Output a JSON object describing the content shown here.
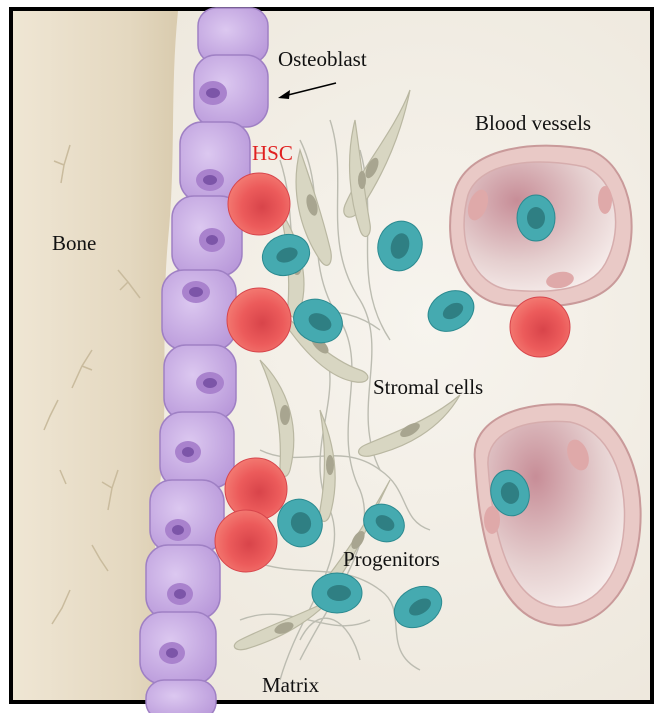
{
  "labels": {
    "osteoblast": "Osteoblast",
    "hsc": "HSC",
    "blood_vessels": "Blood vessels",
    "bone": "Bone",
    "stromal_cells": "Stromal cells",
    "progenitors": "Progenitors",
    "matrix": "Matrix"
  },
  "colors": {
    "frame": "#000000",
    "bone": "#e7dbc4",
    "marrow_background": "#f3efe6",
    "osteoblast_fill": "#c9aee6",
    "osteoblast_nucleus": "#8a5fb4",
    "hsc_fill": "#ef5a5a",
    "hsc_label": "#e02020",
    "progenitor_fill": "#3fa8ad",
    "stromal_fill": "#d8d6c2",
    "vessel_wall": "#d9a9a9",
    "vessel_lumen": "#f2e6e4"
  }
}
